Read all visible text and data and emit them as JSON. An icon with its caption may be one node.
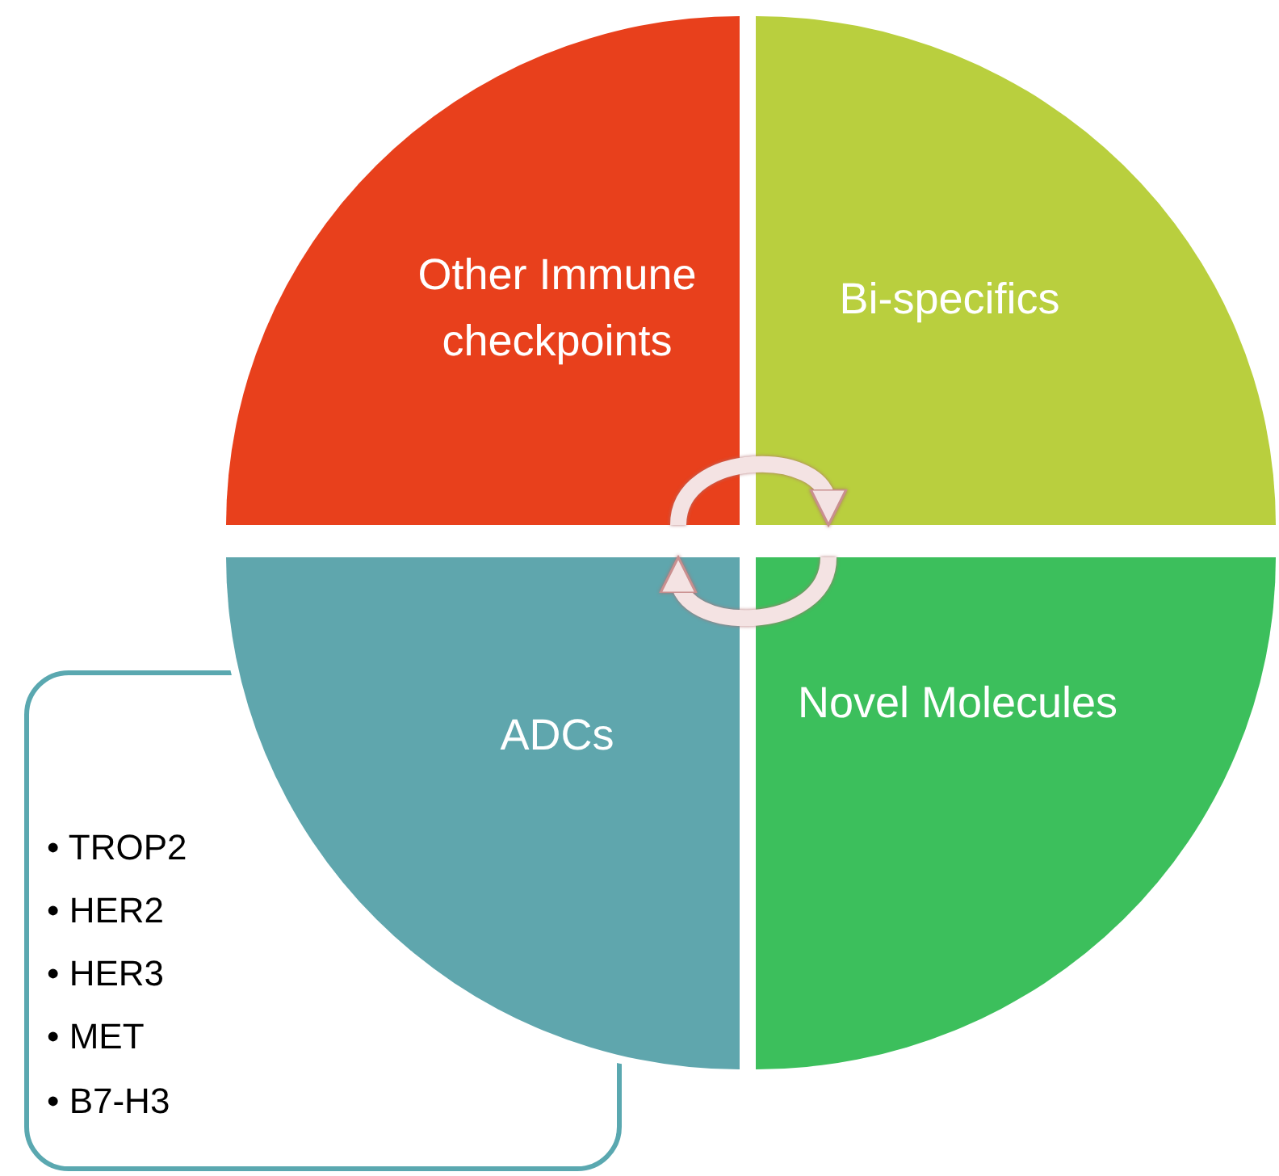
{
  "diagram": {
    "nodes": [
      {
        "text": [
          "Other Immune checkpoints"
        ]
      },
      {
        "text": [
          "Bi-specifics"
        ]
      },
      {
        "text": [
          "ADCs"
        ]
      },
      {
        "text": [
          "Novel Molecules"
        ]
      },
      {
        "text": [
          "• TROP2",
          "• HER2",
          "• HER3",
          "• MET",
          "• B7-H3"
        ]
      }
    ],
    "edges": [
      {
        "from": 0,
        "to": 1,
        "arrow": "to"
      },
      {
        "from": 3,
        "to": 2,
        "arrow": "to"
      }
    ]
  }
}
